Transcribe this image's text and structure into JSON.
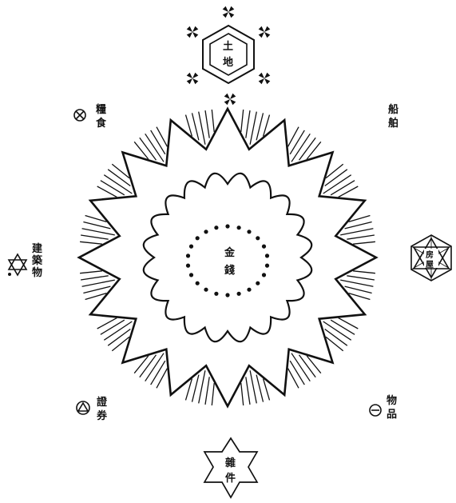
{
  "center": {
    "chars": [
      "金",
      "錢"
    ]
  },
  "nodes": {
    "top": {
      "chars": [
        "土",
        "地"
      ],
      "symbol": "hexagon-with-flowers-icon"
    },
    "upper_left": {
      "chars": [
        "糧",
        "食"
      ],
      "symbol": "circle-x-icon"
    },
    "upper_right": {
      "chars": [
        "船",
        "舶"
      ],
      "symbol": "none"
    },
    "left": {
      "chars": [
        "建",
        "築",
        "物"
      ],
      "symbol": "star-of-david-icon"
    },
    "right": {
      "chars": [
        "房",
        "屋"
      ],
      "symbol": "hexagon-star-icon"
    },
    "lower_left": {
      "chars": [
        "證",
        "券"
      ],
      "symbol": "circle-triangle-icon"
    },
    "lower_right": {
      "chars": [
        "物",
        "品"
      ],
      "symbol": "circle-minus-icon"
    },
    "bottom": {
      "chars": [
        "雜",
        "件"
      ],
      "symbol": "six-point-star-icon"
    }
  },
  "colors": {
    "ink": "#111111",
    "paper": "#ffffff"
  }
}
